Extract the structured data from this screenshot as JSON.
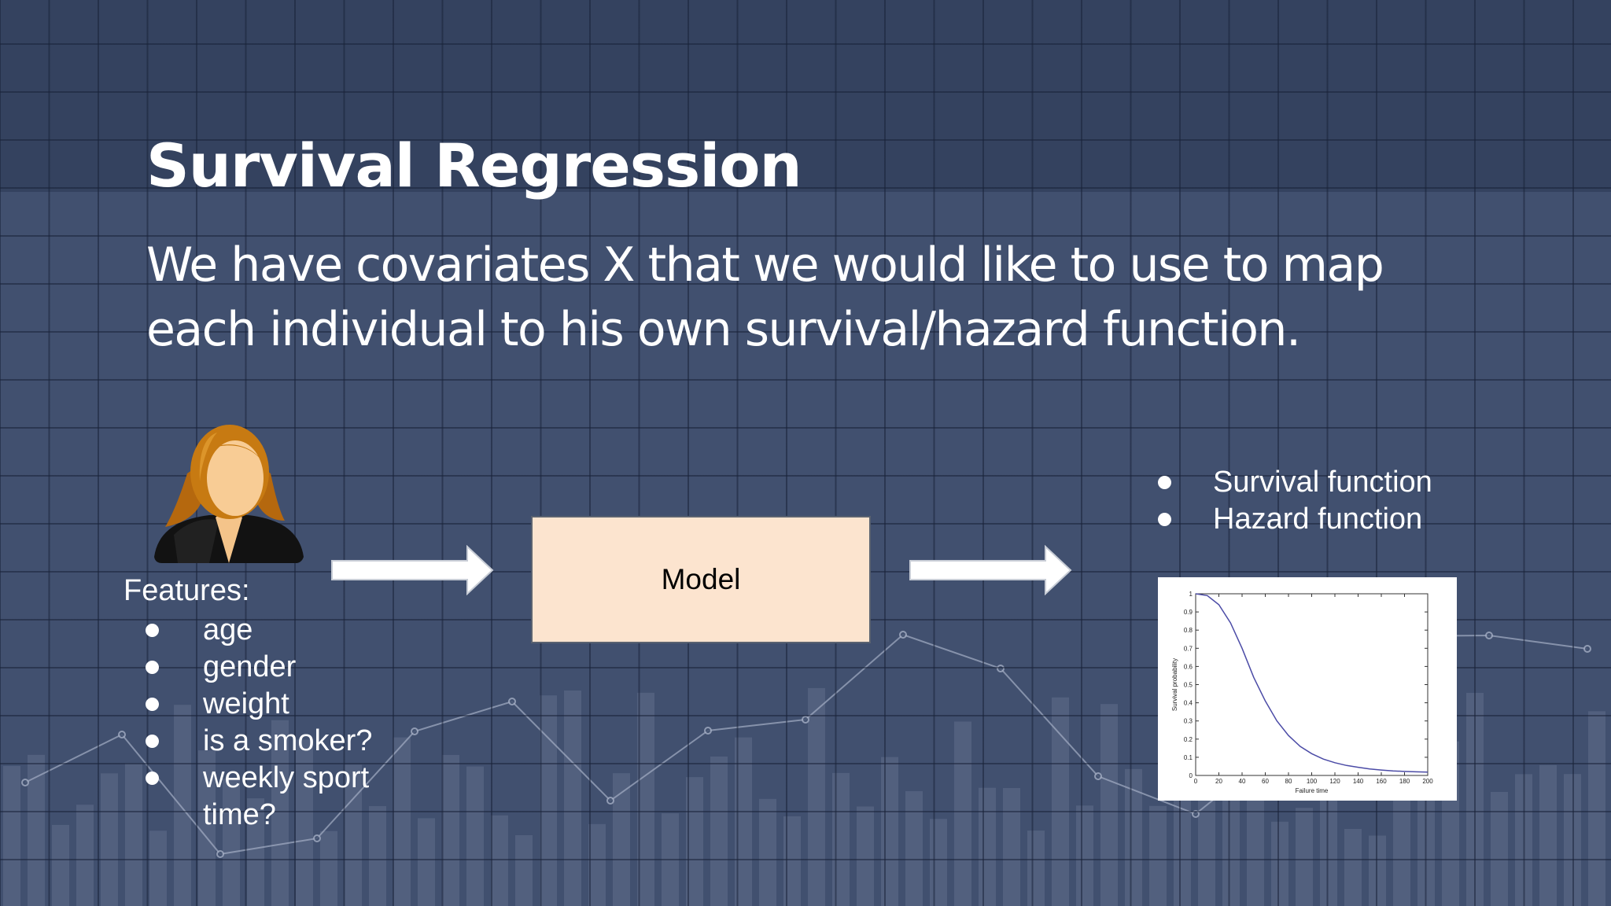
{
  "slide": {
    "title": "Survival Regression",
    "subtitle": "We have covariates X that we would like to use to map each individual to his own survival/hazard function."
  },
  "features": {
    "label": "Features:",
    "items": [
      "age",
      "gender",
      "weight",
      "is a smoker?",
      "weekly sport time?"
    ]
  },
  "model": {
    "label": "Model"
  },
  "outputs": {
    "items": [
      "Survival function",
      "Hazard function"
    ]
  },
  "plot": {
    "xlabel": "Failure time",
    "ylabel": "Survival probability",
    "x_ticks": [
      "0",
      "20",
      "40",
      "60",
      "80",
      "100",
      "120",
      "140",
      "160",
      "180",
      "200"
    ],
    "y_ticks": [
      "0",
      "0.1",
      "0.2",
      "0.3",
      "0.4",
      "0.5",
      "0.6",
      "0.7",
      "0.8",
      "0.9",
      "1"
    ]
  },
  "chart_data": {
    "type": "line",
    "xlabel": "Failure time",
    "ylabel": "Survival probability",
    "xlim": [
      0,
      200
    ],
    "ylim": [
      0,
      1
    ],
    "series": [
      {
        "x": [
          0,
          10,
          20,
          30,
          40,
          50,
          60,
          70,
          80,
          90,
          100,
          110,
          120,
          130,
          140,
          150,
          160,
          170,
          180,
          190,
          200
        ],
        "values": [
          1.0,
          0.99,
          0.94,
          0.84,
          0.7,
          0.54,
          0.41,
          0.3,
          0.22,
          0.16,
          0.12,
          0.09,
          0.07,
          0.055,
          0.045,
          0.036,
          0.03,
          0.025,
          0.022,
          0.02,
          0.018
        ]
      }
    ]
  },
  "colors": {
    "background": "#41506f",
    "top_band": "#34425f",
    "model_box": "#fce4cf",
    "curve": "#4b4ba6"
  }
}
